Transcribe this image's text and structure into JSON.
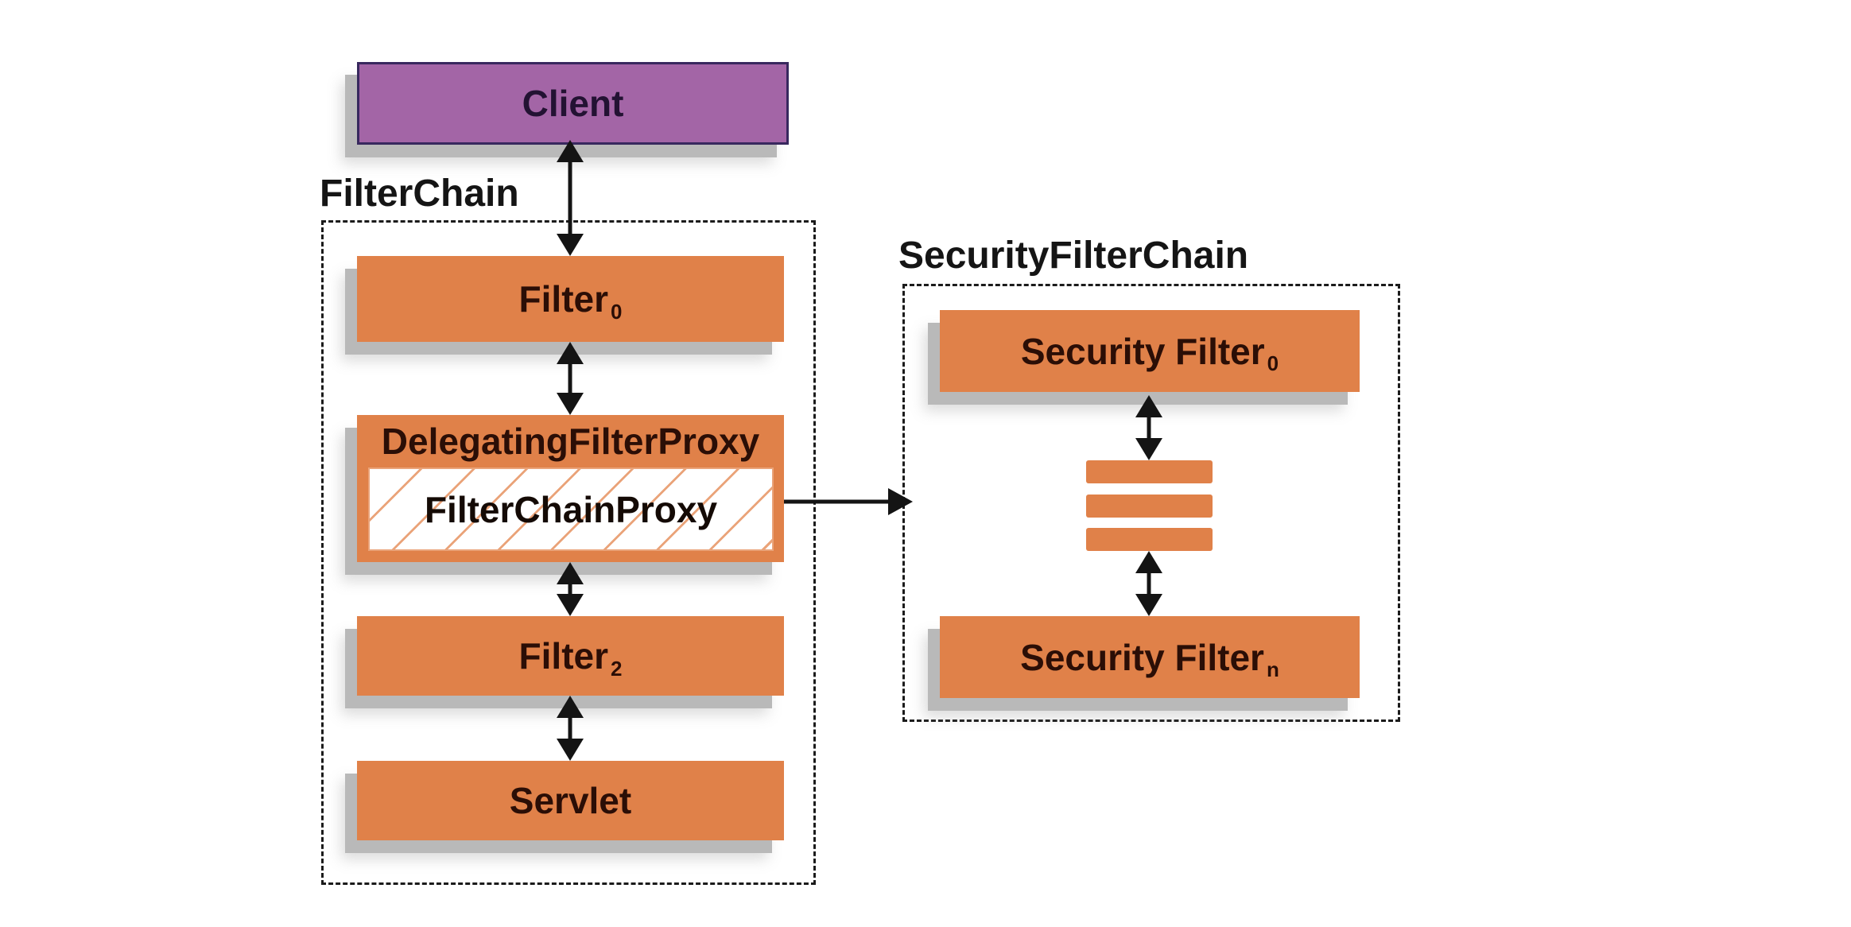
{
  "colors": {
    "box_orange": "#E08149",
    "box_purple": "#A365A6",
    "purple_border": "#38285E",
    "shadow_gray": "#b9b9b9",
    "arrow_black": "#141414",
    "dashed_border": "#1b1b1b",
    "hatch_line": "#eaa379",
    "title_text": "#151515",
    "orange_box_text": "#2b0e06",
    "client_text": "#231233",
    "canvas_bg": "#ffffff"
  },
  "client": {
    "label": "Client"
  },
  "filter_chain": {
    "title": "FilterChain",
    "filter0": {
      "base": "Filter",
      "sub": "0"
    },
    "delegating_filter_proxy": {
      "label": "DelegatingFilterProxy"
    },
    "filter_chain_proxy": {
      "label": "FilterChainProxy"
    },
    "filter2": {
      "base": "Filter",
      "sub": "2"
    },
    "servlet": {
      "label": "Servlet"
    }
  },
  "security_filter_chain": {
    "title": "SecurityFilterChain",
    "security_filter0": {
      "base": "Security Filter",
      "sub": "0"
    },
    "security_filtern": {
      "base": "Security Filter",
      "sub": "n"
    },
    "ellipsis_bar_count": 3
  }
}
